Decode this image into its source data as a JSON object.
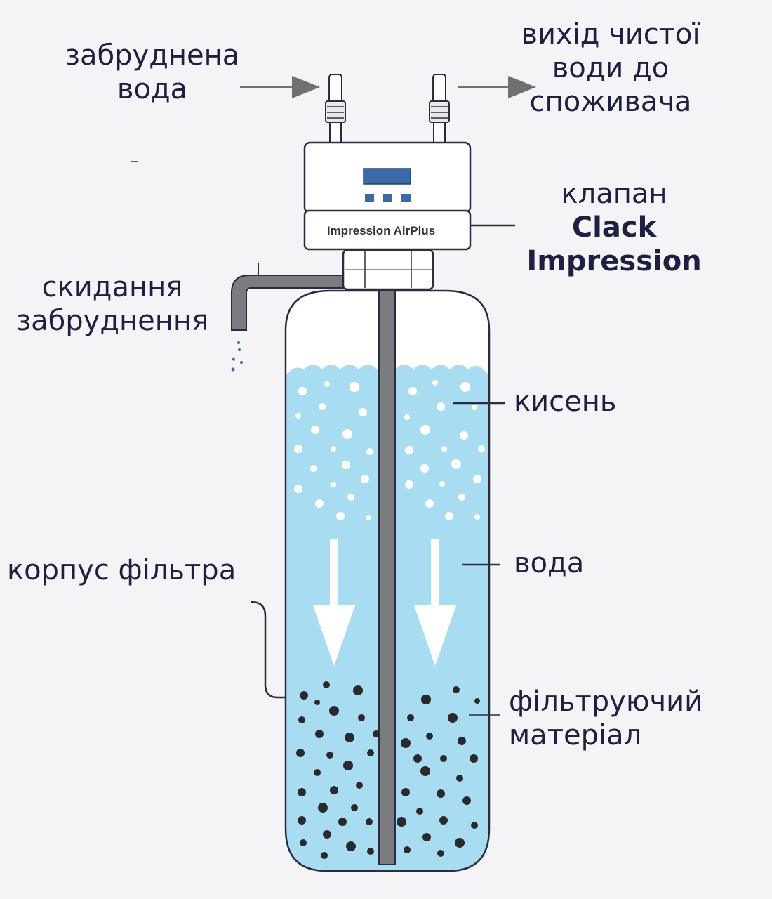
{
  "labels": {
    "inlet": [
      "забруднена",
      "вода"
    ],
    "outlet": [
      "вихід чистої",
      "води до",
      "споживача"
    ],
    "valve_prefix": "клапан",
    "valve_name": [
      "Clack",
      "Impression"
    ],
    "drain": [
      "скидання",
      "забруднення"
    ],
    "oxygen": "кисень",
    "water": "вода",
    "housing": "корпус фільтра",
    "media": [
      "фільтруючий",
      "матеріал"
    ]
  },
  "valve_plate": "Impression AirPlus",
  "colors": {
    "water": "#a8dcf0",
    "tank_outline": "#2a2d40",
    "media_grain": "#2a2a2e",
    "display": "#3a6aa8",
    "pipe": "#7c7c80",
    "text": "#1d2040"
  }
}
